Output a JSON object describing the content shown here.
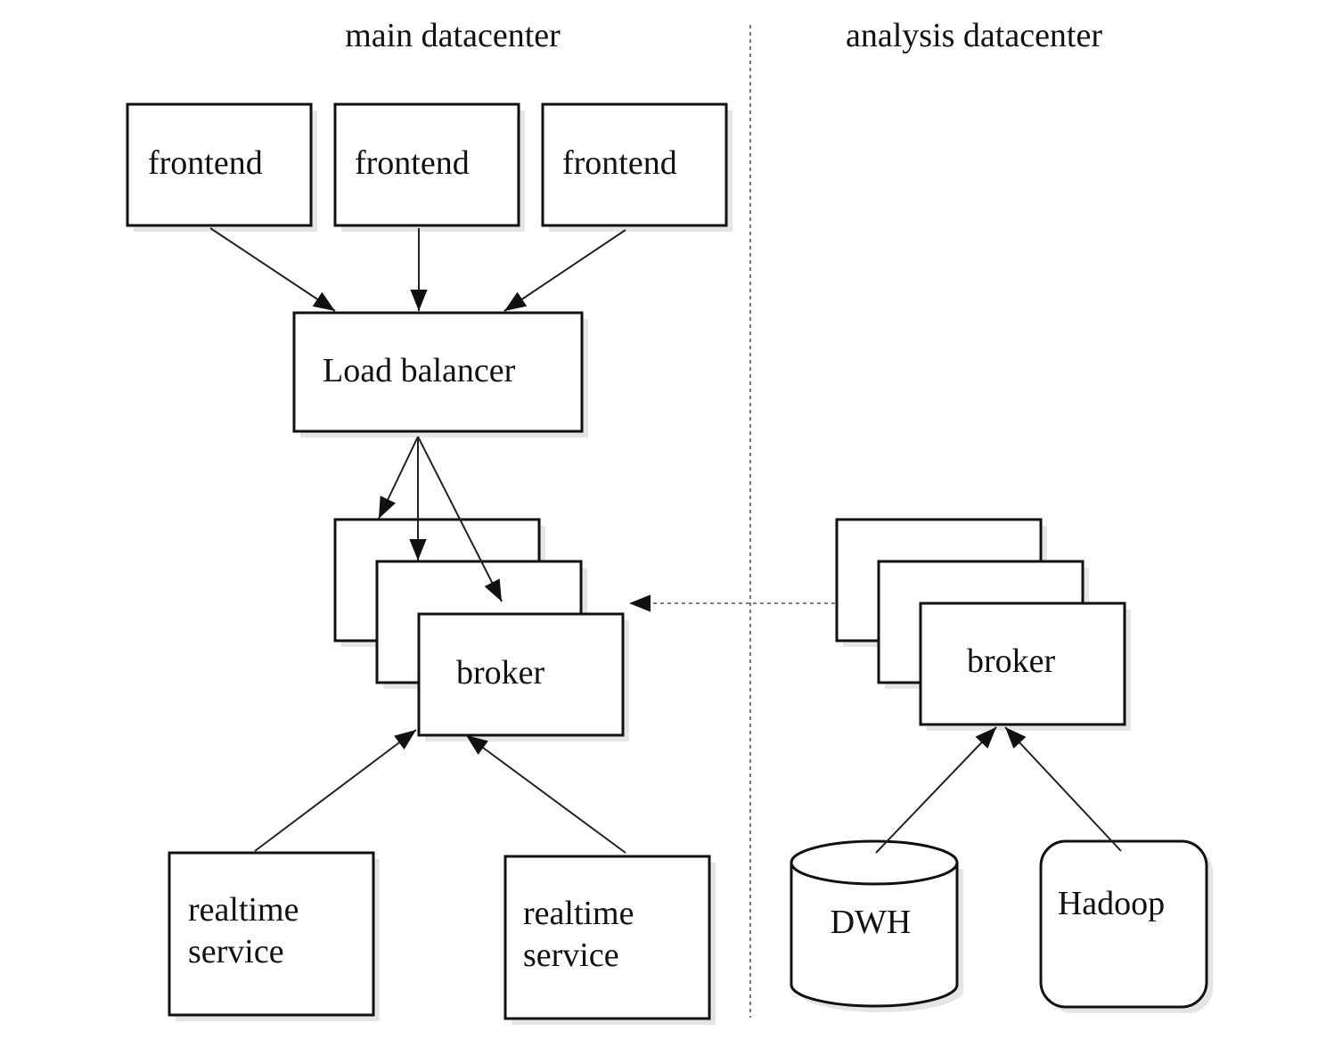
{
  "headers": {
    "main": "main datacenter",
    "analysis": "analysis datacenter"
  },
  "nodes": {
    "frontend_1": "frontend",
    "frontend_2": "frontend",
    "frontend_3": "frontend",
    "load_balancer": "Load balancer",
    "broker_main": "broker",
    "broker_analysis": "broker",
    "realtime_1_line1": "realtime",
    "realtime_1_line2": "service",
    "realtime_2_line1": "realtime",
    "realtime_2_line2": "service",
    "dwh": "DWH",
    "hadoop": "Hadoop"
  }
}
